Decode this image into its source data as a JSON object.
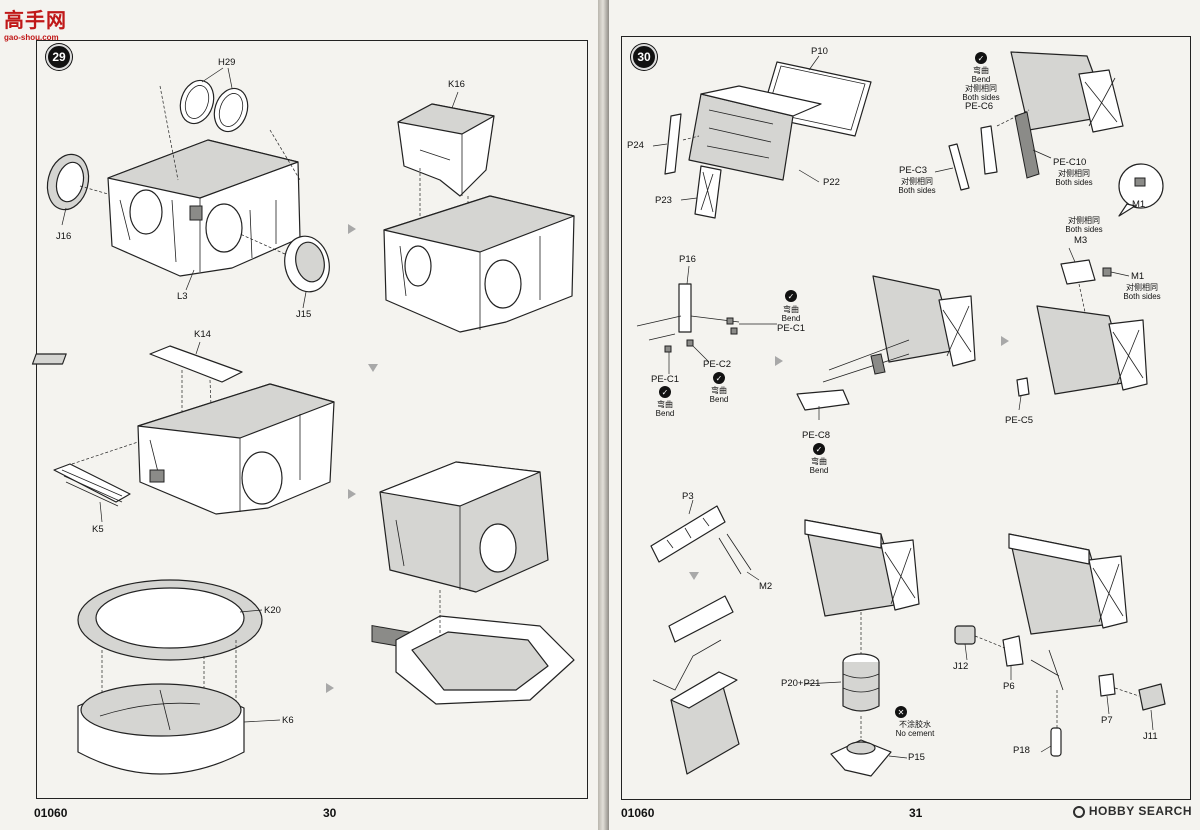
{
  "watermark": {
    "site_name": "高手网",
    "site_url": "gao-shou.com",
    "search_brand": "HOBBY SEARCH",
    "brand_color": "#c01818"
  },
  "catalog_number": "01060",
  "pages": [
    {
      "page_number": "30",
      "step_number": "29"
    },
    {
      "page_number": "31",
      "step_number": "30"
    }
  ],
  "parts_step29": {
    "h29": "H29",
    "j16": "J16",
    "l3": "L3",
    "j15": "J15",
    "k16": "K16",
    "k14": "K14",
    "k5": "K5",
    "k20": "K20",
    "k6": "K6"
  },
  "parts_step30": {
    "p10": "P10",
    "p24": "P24",
    "p22": "P22",
    "p23": "P23",
    "pe_c6": "PE-C6",
    "pe_c3": "PE-C3",
    "pe_c10": "PE-C10",
    "m1_callout": "M1",
    "m3": "M3",
    "m1": "M1",
    "p16": "P16",
    "pe_c1_a": "PE-C1",
    "pe_c1_b": "PE-C1",
    "pe_c2": "PE-C2",
    "pe_c8": "PE-C8",
    "pe_c5": "PE-C5",
    "p3": "P3",
    "m2": "M2",
    "p20_p21": "P20+P21",
    "p15": "P15",
    "j12": "J12",
    "p6": "P6",
    "p7": "P7",
    "j11": "J11",
    "p18": "P18"
  },
  "notes": {
    "bend_cn": "弯曲",
    "bend_en": "Bend",
    "both_sides_cn": "对侧相同",
    "both_sides_en": "Both sides",
    "no_cement_cn": "不涂胶水",
    "no_cement_en": "No cement"
  },
  "icons": {
    "bend": "check-circle-icon",
    "step_arrow": "arrow-right-icon",
    "step_arrow_down": "arrow-down-icon"
  }
}
